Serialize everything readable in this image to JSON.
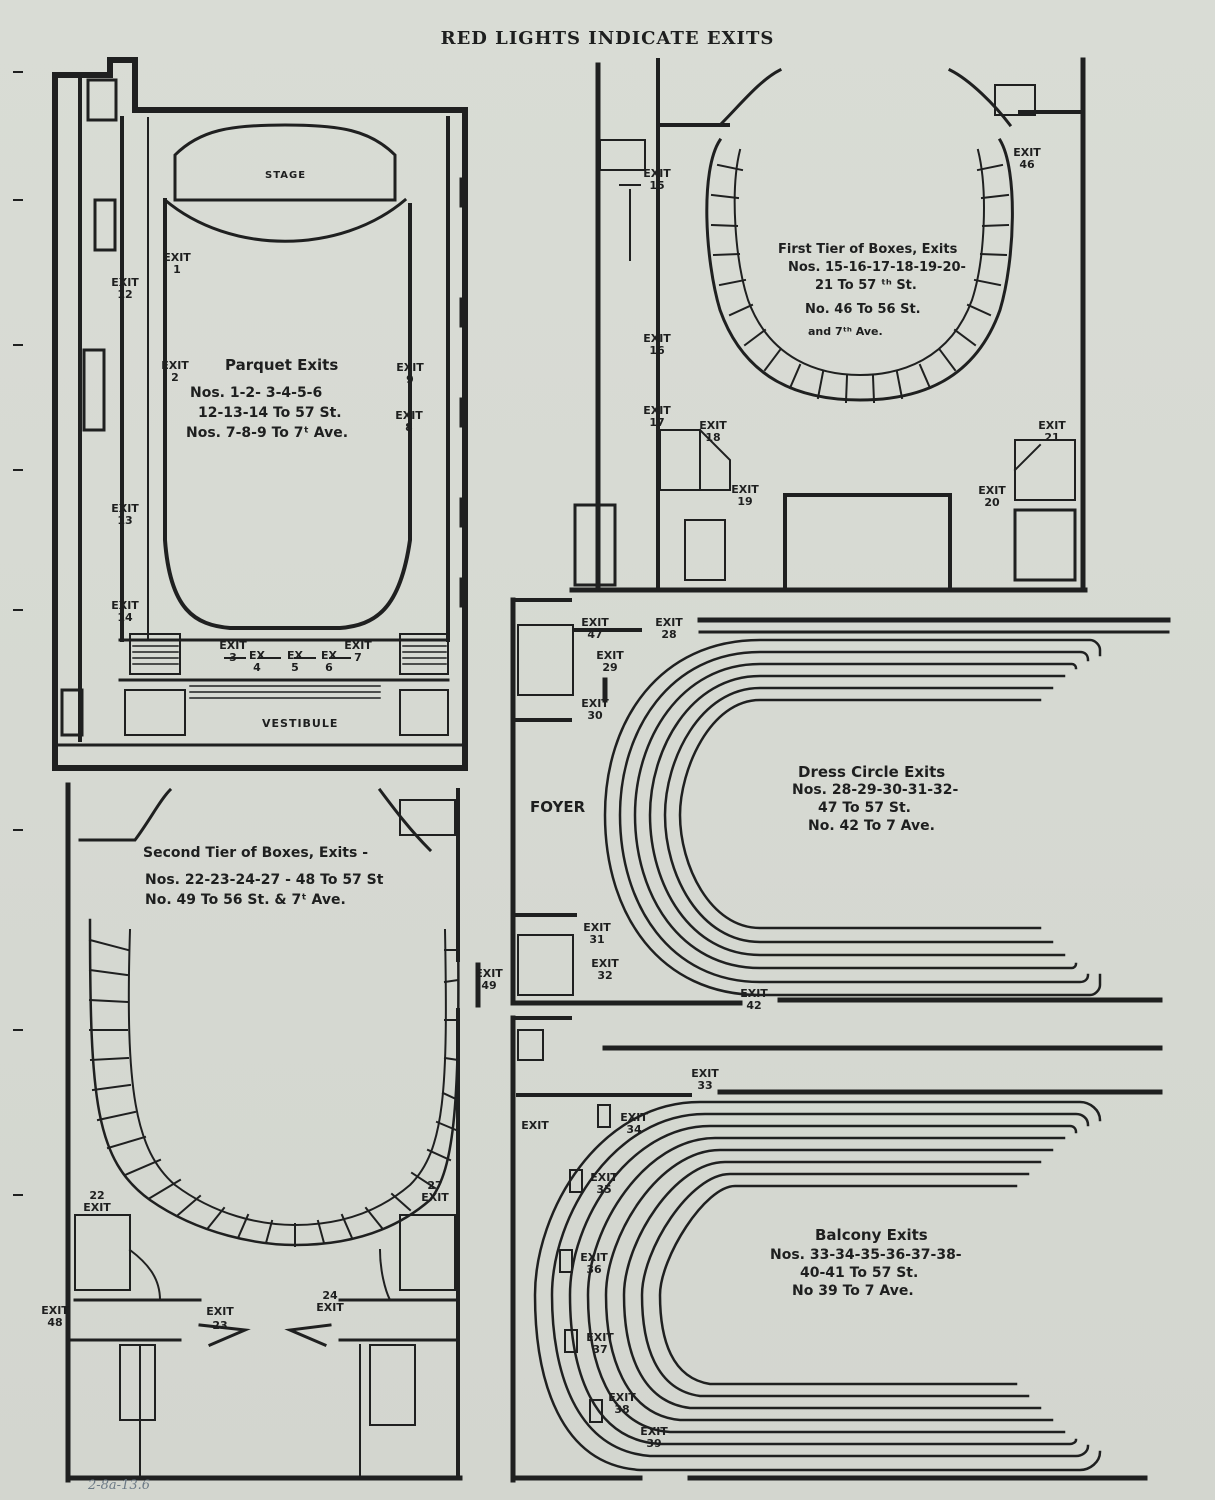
{
  "header": "RED LIGHTS INDICATE EXITS",
  "parquet": {
    "stage": "STAGE",
    "vestibule": "VESTIBULE",
    "title": "Parquet Exits",
    "line1": "Nos. 1-2- 3-4-5-6",
    "line2": "12-13-14 To 57 St.",
    "line3": "Nos. 7-8-9 To 7ᵗ Ave."
  },
  "first_tier": {
    "title": "First Tier of Boxes, Exits",
    "line1": "Nos. 15-16-17-18-19-20-",
    "line2": "21 To 57 ᵗʰ St.",
    "line3": "No. 46 To 56 St.",
    "line4": "and 7ᵗʰ Ave."
  },
  "dress_circle": {
    "foyer": "FOYER",
    "title": "Dress Circle Exits",
    "line1": "Nos. 28-29-30-31-32-",
    "line2": "47 To 57 St.",
    "line3": "No. 42 To 7 Ave."
  },
  "second_tier": {
    "title": "Second Tier of Boxes, Exits -",
    "line1": "Nos. 22-23-24-27 - 48 To 57 St",
    "line2": "No. 49 To 56 St. & 7ᵗ Ave."
  },
  "balcony": {
    "title": "Balcony Exits",
    "line1": "Nos. 33-34-35-36-37-38-",
    "line2": "40-41 To 57 St.",
    "line3": "No 39 To 7 Ave."
  },
  "exits": {
    "e1": "EXIT 1",
    "e2": "EXIT 2",
    "e3": "EXIT 3",
    "e4": "EX 4",
    "e5": "EX 5",
    "e6": "EX 6",
    "e7": "EXIT 7",
    "e8": "EXIT 8",
    "e9": "EXIT 9",
    "e12": "EXIT 12",
    "e13": "EXIT 13",
    "e14": "EXIT 14",
    "e15": "EXIT 15",
    "e16": "EXIT 16",
    "e17": "EXIT 17",
    "e18": "EXIT 18",
    "e19": "EXIT 19",
    "e20": "EXIT 20",
    "e21": "EXIT 21",
    "e46": "EXIT 46",
    "e47": "EXIT 47",
    "e28": "EXIT 28",
    "e29": "EXIT 29",
    "e30": "EXIT 30",
    "e31": "EXIT 31",
    "e32": "EXIT 32",
    "e42": "EXIT 42",
    "e22": "22 EXIT",
    "e23": "EXIT 23",
    "e24": "24 EXIT",
    "e27": "27 EXIT",
    "e48": "EXIT 48",
    "e49": "EXIT 49",
    "e33": "EXIT 33",
    "e34": "EXIT 34",
    "e35": "EXIT 35",
    "e36": "EXIT 36",
    "e37": "EXIT 37",
    "e38": "EXIT 38",
    "e39": "EXIT 39",
    "ebal": "EXIT"
  },
  "annotation": "2-8a-13.6"
}
